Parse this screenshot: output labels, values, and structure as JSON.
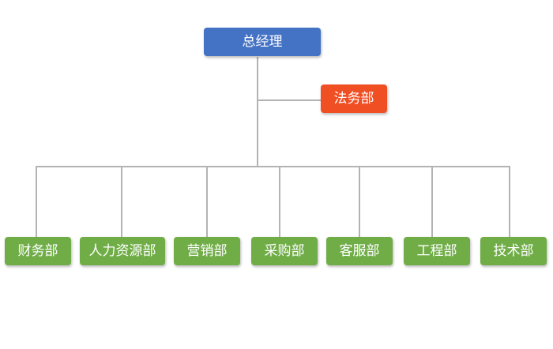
{
  "org_chart": {
    "ceo": {
      "label": "总经理",
      "color": "#4472c4"
    },
    "legal": {
      "label": "法务部",
      "color": "#f04e23"
    },
    "departments": [
      {
        "label": "财务部"
      },
      {
        "label": "人力资源部"
      },
      {
        "label": "营销部"
      },
      {
        "label": "采购部"
      },
      {
        "label": "客服部"
      },
      {
        "label": "工程部"
      },
      {
        "label": "技术部"
      }
    ],
    "department_color": "#70ad47",
    "connector_color": "#b3b3b3"
  }
}
